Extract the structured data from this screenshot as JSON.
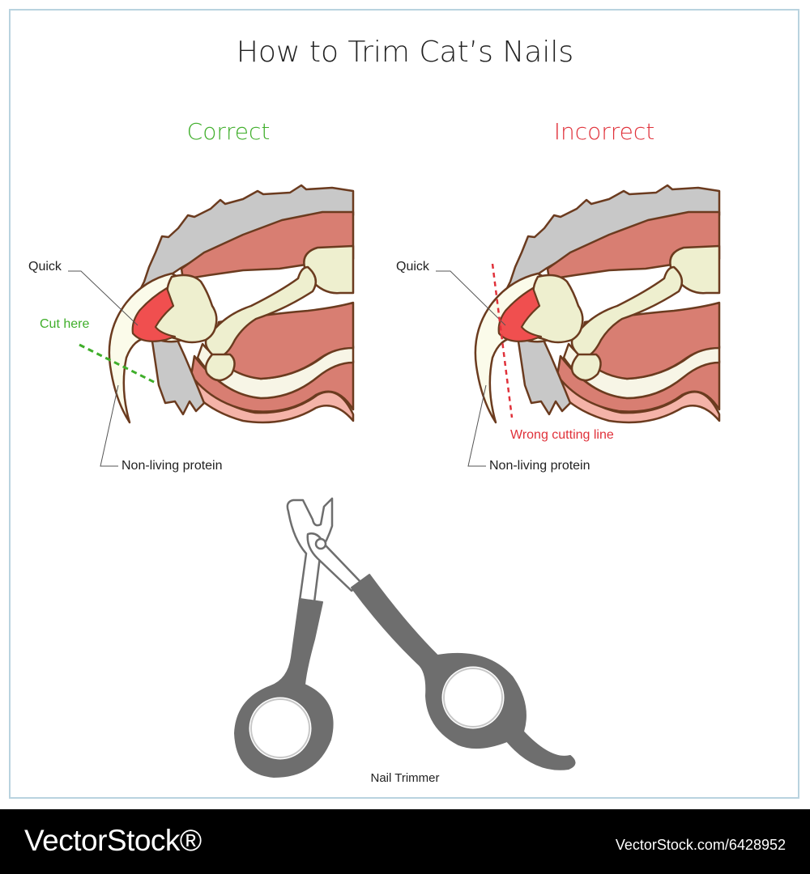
{
  "title": "How to Trim Cat’s Nails",
  "correct": {
    "heading": "Correct",
    "quick_label": "Quick",
    "cut_label": "Cut here",
    "protein_label": "Non-living protein"
  },
  "incorrect": {
    "heading": "Incorrect",
    "quick_label": "Quick",
    "wrong_label": "Wrong cutting line",
    "protein_label": "Non-living protein"
  },
  "trimmer_label": "Nail Trimmer",
  "footer": {
    "brand": "VectorStock®",
    "id": "VectorStock.com/6428952"
  },
  "colors": {
    "correct": "#3fae2a",
    "incorrect": "#e0313a",
    "outline": "#6b3b1f",
    "fur": "#c8c8c8",
    "muscle": "#d87e72",
    "bone": "#eeefcf",
    "skin": "#f4b3a8",
    "quick": "#f04f4f",
    "handle": "#6e6e6e",
    "frame": "#b9d3df"
  }
}
